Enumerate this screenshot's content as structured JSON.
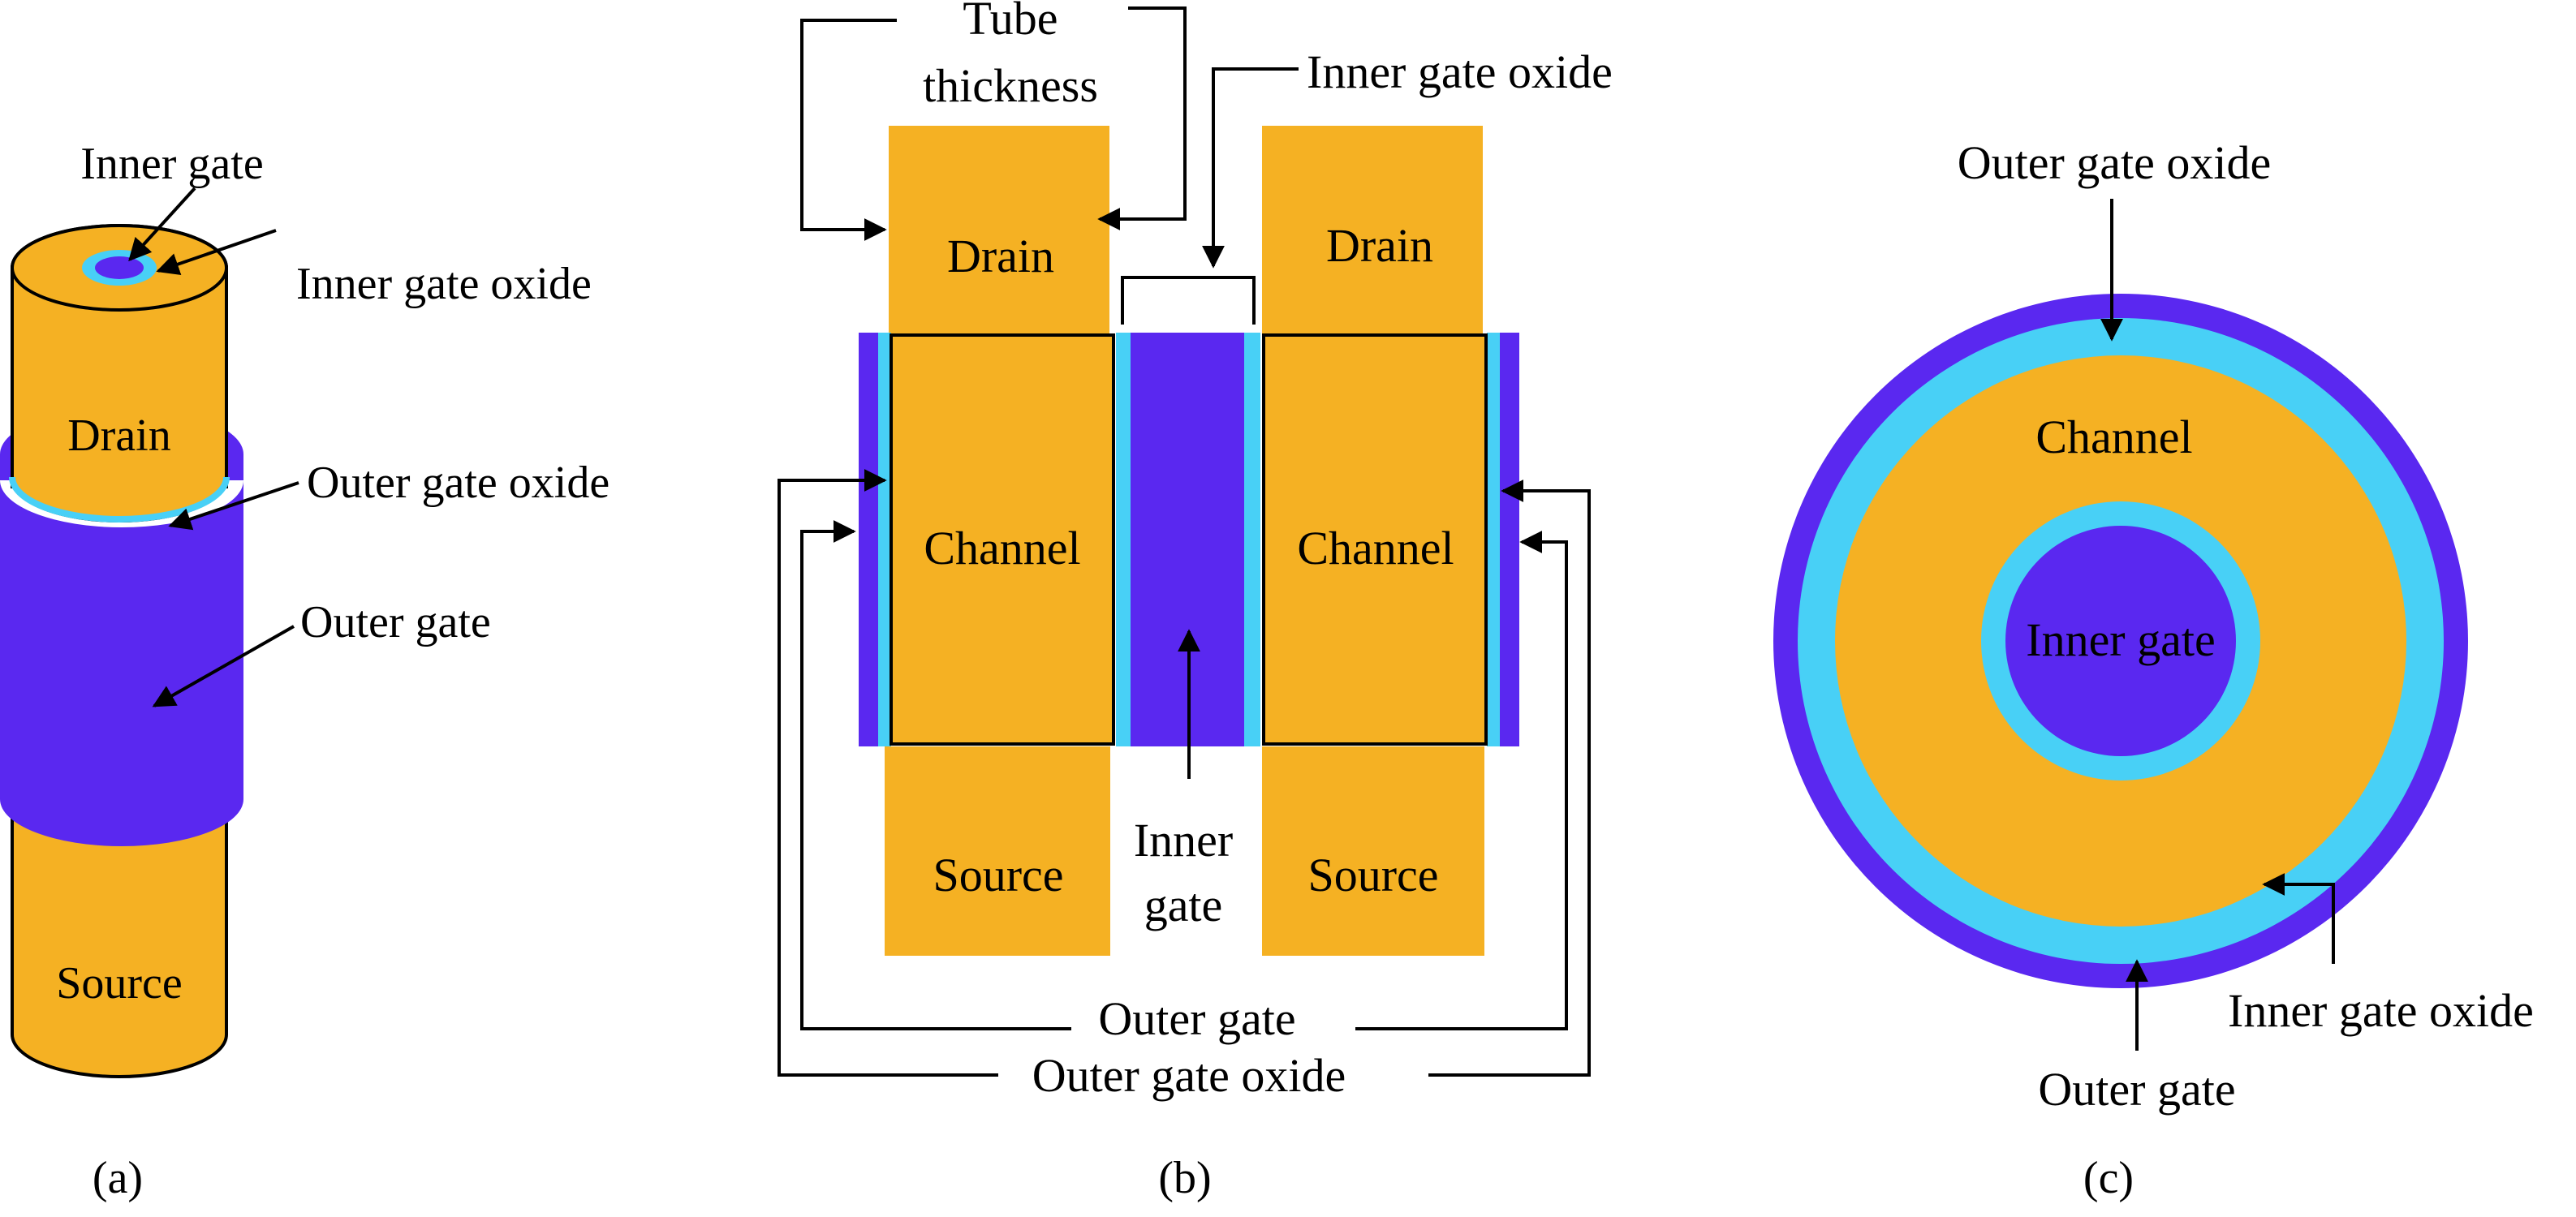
{
  "colors": {
    "semiconductor": "#F5B123",
    "gate": "#5A28F0",
    "oxide": "#48D0F6",
    "line": "#000000"
  },
  "panel_a": {
    "inner_gate": "Inner gate",
    "inner_gate_oxide": "Inner gate oxide",
    "drain": "Drain",
    "outer_gate_oxide": "Outer gate oxide",
    "outer_gate": "Outer gate",
    "source": "Source",
    "caption": "(a)"
  },
  "panel_b": {
    "tube_thickness_line1": "Tube",
    "tube_thickness_line2": "thickness",
    "inner_gate_oxide": "Inner gate oxide",
    "drain_left": "Drain",
    "drain_right": "Drain",
    "channel_left": "Channel",
    "channel_right": "Channel",
    "source_left": "Source",
    "source_right": "Source",
    "inner_gate_line1": "Inner",
    "inner_gate_line2": "gate",
    "outer_gate": "Outer gate",
    "outer_gate_oxide": "Outer gate oxide",
    "caption": "(b)"
  },
  "panel_c": {
    "outer_gate_oxide": "Outer gate oxide",
    "channel": "Channel",
    "inner_gate": "Inner gate",
    "inner_gate_oxide": "Inner gate oxide",
    "outer_gate": "Outer gate",
    "caption": "(c)"
  }
}
